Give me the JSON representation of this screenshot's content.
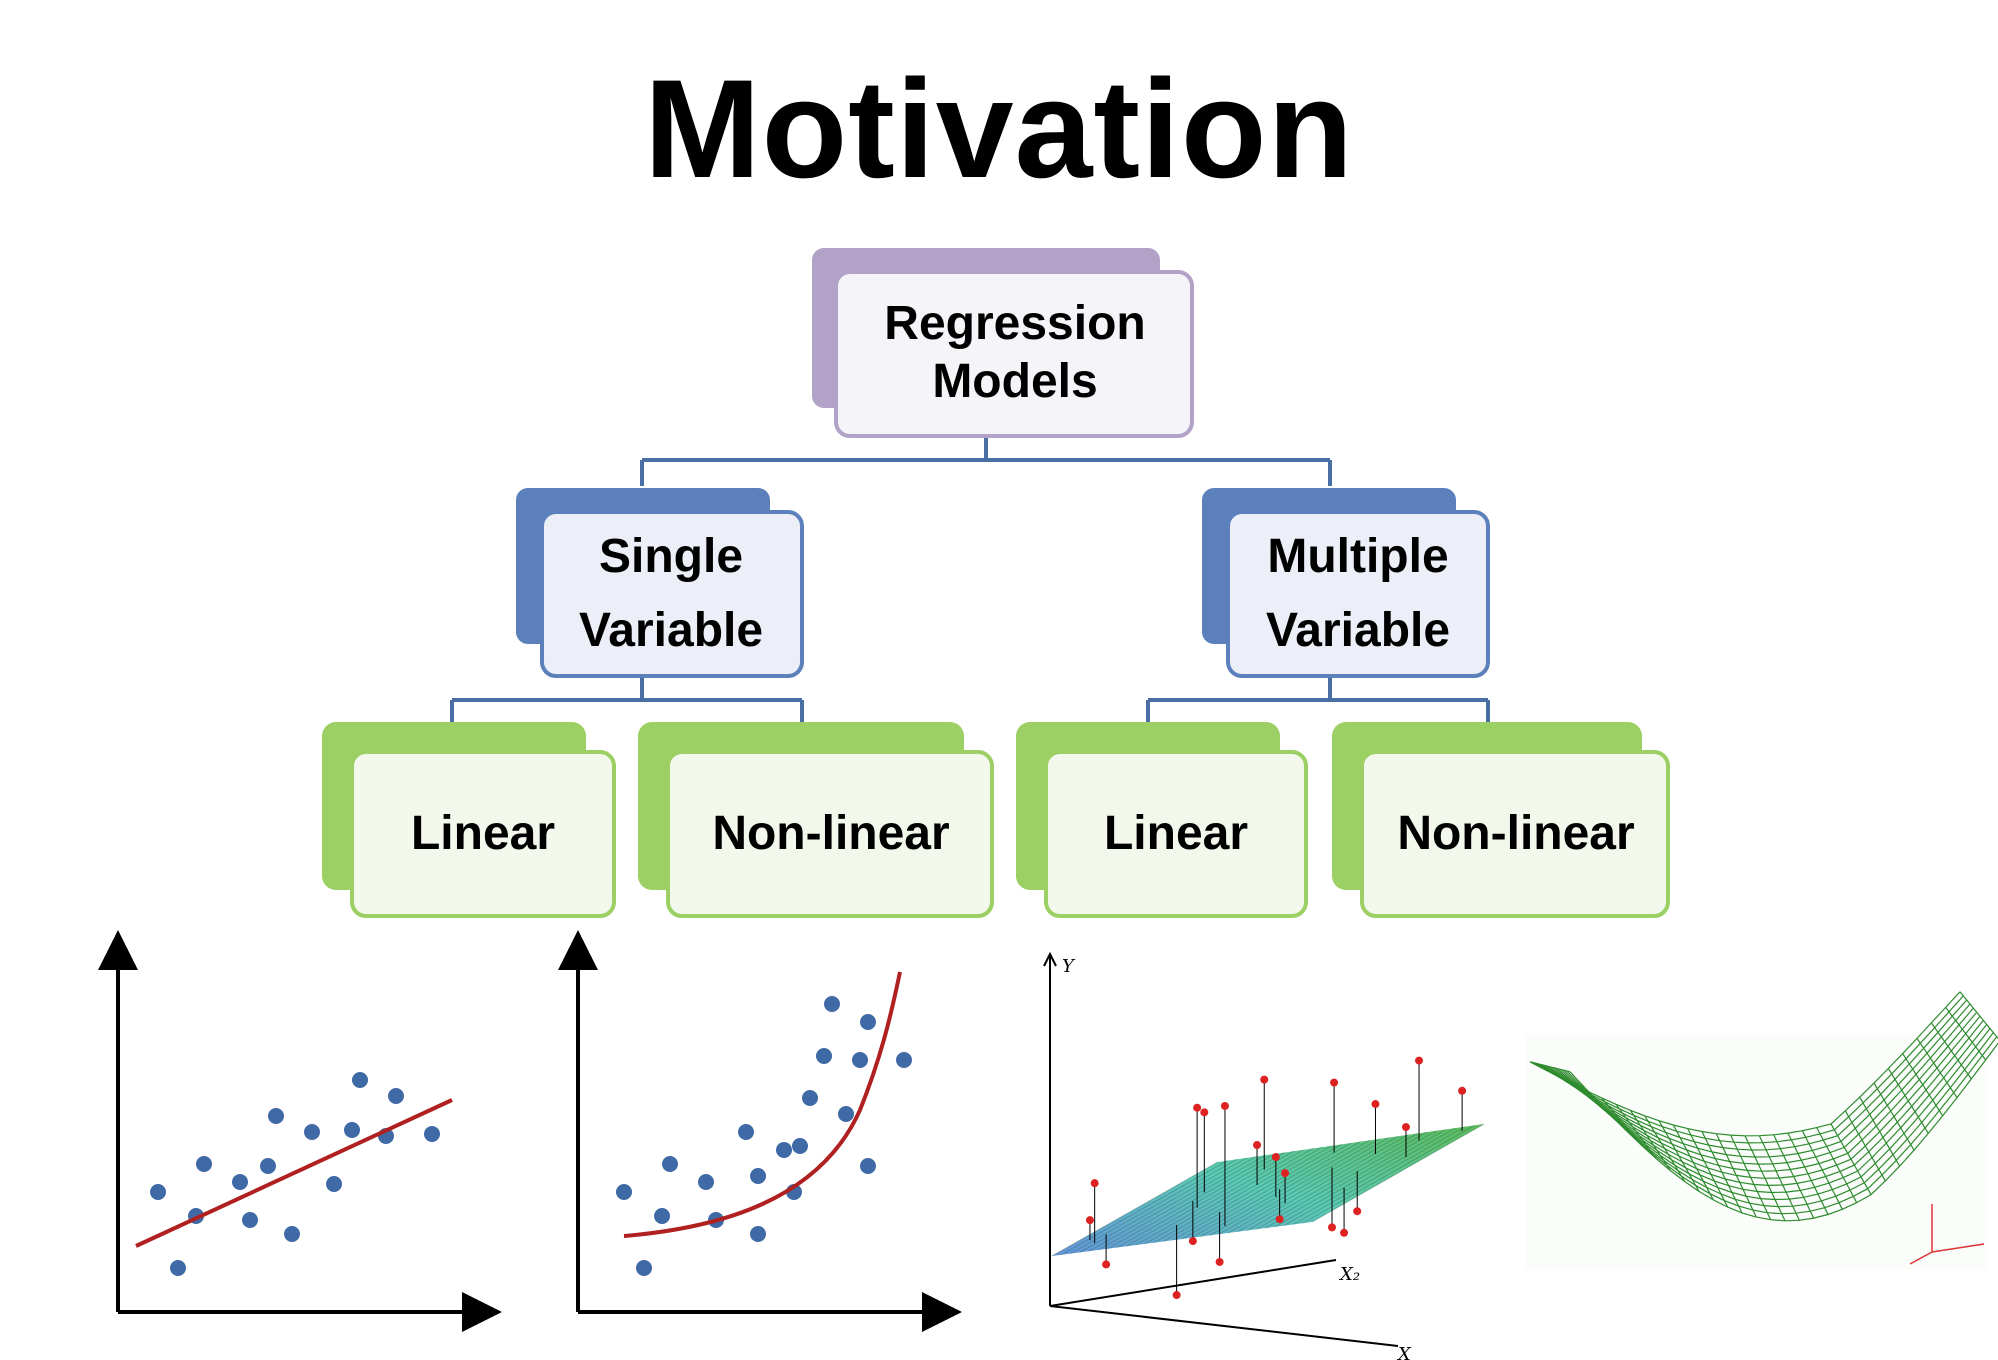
{
  "title": "Motivation",
  "tree": {
    "root": {
      "label": "Regression Models"
    },
    "single": {
      "label": "Single Variable"
    },
    "multiple": {
      "label": "Multiple Variable"
    },
    "single_linear": {
      "label": "Linear"
    },
    "single_nonlinear": {
      "label": "Non-linear"
    },
    "multiple_linear": {
      "label": "Linear"
    },
    "multiple_nonlinear": {
      "label": "Non-linear"
    }
  },
  "colors": {
    "root_back": "#b3a2c7",
    "root_border": "#b3a2c7",
    "level2_back": "#5b80bb",
    "level2_border": "#5b80bb",
    "level3_back": "#9ccf64",
    "level3_border": "#9ccf64",
    "connector": "#4a6fa5",
    "points": "#3f6aa6",
    "fit_line": "#b02020",
    "plane_points": "#dd2222",
    "surface": "#2e8b2e"
  },
  "illustrations": {
    "plane_axis_y": "Y",
    "plane_axis_x2": "X₂",
    "plane_axis_x1": "X"
  }
}
